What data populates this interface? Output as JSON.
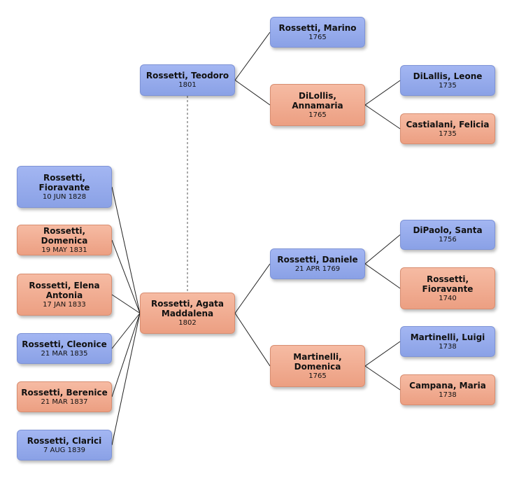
{
  "people": [
    {
      "id": "teodoro",
      "name": "Rossetti, Teodoro",
      "date": "1801",
      "sex": "male"
    },
    {
      "id": "marino",
      "name": "Rossetti, Marino",
      "date": "1765",
      "sex": "male"
    },
    {
      "id": "annamaria",
      "name": "DiLollis, Annamaria",
      "date": "1765",
      "sex": "female"
    },
    {
      "id": "leone",
      "name": "DiLallis, Leone",
      "date": "1735",
      "sex": "male"
    },
    {
      "id": "felicia",
      "name": "Castialani, Felicia",
      "date": "1735",
      "sex": "female"
    },
    {
      "id": "agata",
      "name": "Rossetti, Agata Maddalena",
      "date": "1802",
      "sex": "female"
    },
    {
      "id": "daniele",
      "name": "Rossetti, Daniele",
      "date": "21 APR 1769",
      "sex": "male"
    },
    {
      "id": "santa",
      "name": "DiPaolo, Santa",
      "date": "1756",
      "sex": "male"
    },
    {
      "id": "fioravante_gp",
      "name": "Rossetti, Fioravante",
      "date": "1740",
      "sex": "female"
    },
    {
      "id": "domenica_m",
      "name": "Martinelli, Domenica",
      "date": "1765",
      "sex": "female"
    },
    {
      "id": "luigi",
      "name": "Martinelli, Luigi",
      "date": "1738",
      "sex": "male"
    },
    {
      "id": "maria",
      "name": "Campana, Maria",
      "date": "1738",
      "sex": "female"
    },
    {
      "id": "fioravante_c",
      "name": "Rossetti, Fioravante",
      "date": "10 JUN 1828",
      "sex": "male"
    },
    {
      "id": "domenica_c",
      "name": "Rossetti, Domenica",
      "date": "19 MAY 1831",
      "sex": "female"
    },
    {
      "id": "elena",
      "name": "Rossetti, Elena Antonia",
      "date": "17 JAN 1833",
      "sex": "female"
    },
    {
      "id": "cleonice",
      "name": "Rossetti, Cleonice",
      "date": "21 MAR 1835",
      "sex": "male"
    },
    {
      "id": "berenice",
      "name": "Rossetti, Berenice",
      "date": "21 MAR 1837",
      "sex": "female"
    },
    {
      "id": "clarici",
      "name": "Rossetti, Clarici",
      "date": "7 AUG 1839",
      "sex": "male"
    }
  ],
  "parent_links": [
    {
      "child": "teodoro",
      "parent": "marino"
    },
    {
      "child": "teodoro",
      "parent": "annamaria"
    },
    {
      "child": "annamaria",
      "parent": "leone"
    },
    {
      "child": "annamaria",
      "parent": "felicia"
    },
    {
      "child": "agata",
      "parent": "daniele"
    },
    {
      "child": "agata",
      "parent": "domenica_m"
    },
    {
      "child": "daniele",
      "parent": "santa"
    },
    {
      "child": "daniele",
      "parent": "fioravante_gp"
    },
    {
      "child": "domenica_m",
      "parent": "luigi"
    },
    {
      "child": "domenica_m",
      "parent": "maria"
    }
  ],
  "child_links": [
    {
      "parent": "agata",
      "child": "fioravante_c"
    },
    {
      "parent": "agata",
      "child": "domenica_c"
    },
    {
      "parent": "agata",
      "child": "elena"
    },
    {
      "parent": "agata",
      "child": "cleonice"
    },
    {
      "parent": "agata",
      "child": "berenice"
    },
    {
      "parent": "agata",
      "child": "clarici"
    }
  ],
  "spouse_links": [
    {
      "a": "teodoro",
      "b": "agata"
    }
  ],
  "colors": {
    "male": "#8aa1e6",
    "female": "#ec9f82",
    "line": "#222222",
    "spouse_line": "#555555"
  }
}
